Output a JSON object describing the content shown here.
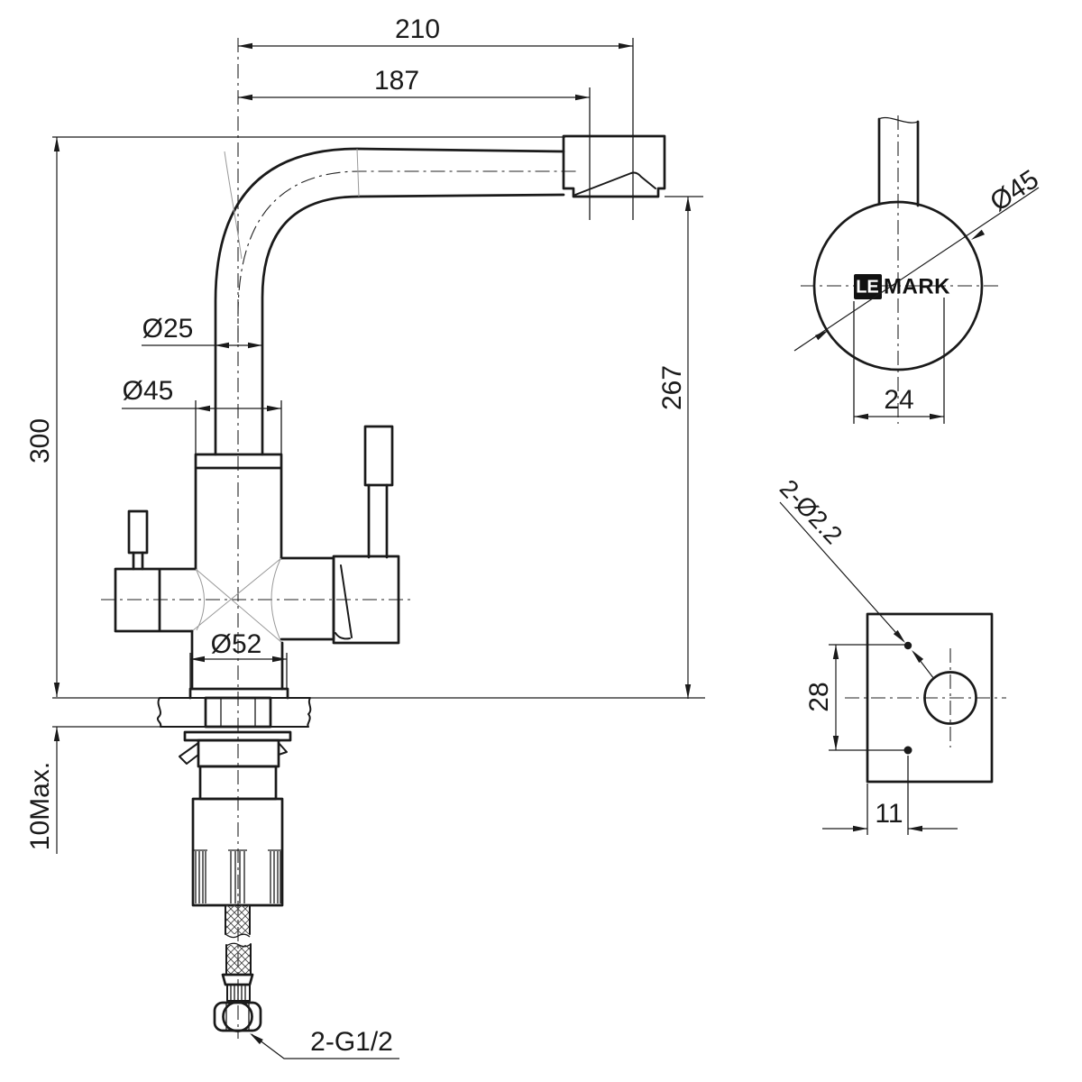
{
  "drawing": {
    "brand": {
      "le": "LE",
      "mark": "MARK"
    },
    "colors": {
      "line": "#1a1a1a",
      "background": "#ffffff",
      "logo_bg": "#111111"
    },
    "front_view": {
      "spout_reach_overall": "210",
      "spout_reach_aerator": "187",
      "height_above_deck": "300",
      "aerator_height": "267",
      "spout_pipe_diameter": "Ø25",
      "body_diameter": "Ø45",
      "base_flange_diameter": "Ø52",
      "max_deck_thickness": "10Max.",
      "hose_thread_label": "2-G1/2"
    },
    "top_view": {
      "spout_diameter": "Ø45",
      "logo_plate_width": "24"
    },
    "hole_plan_view": {
      "pin_holes_label": "2-Ø2.2",
      "pin_hole_spacing": "28",
      "pin_hole_offset": "11"
    }
  }
}
